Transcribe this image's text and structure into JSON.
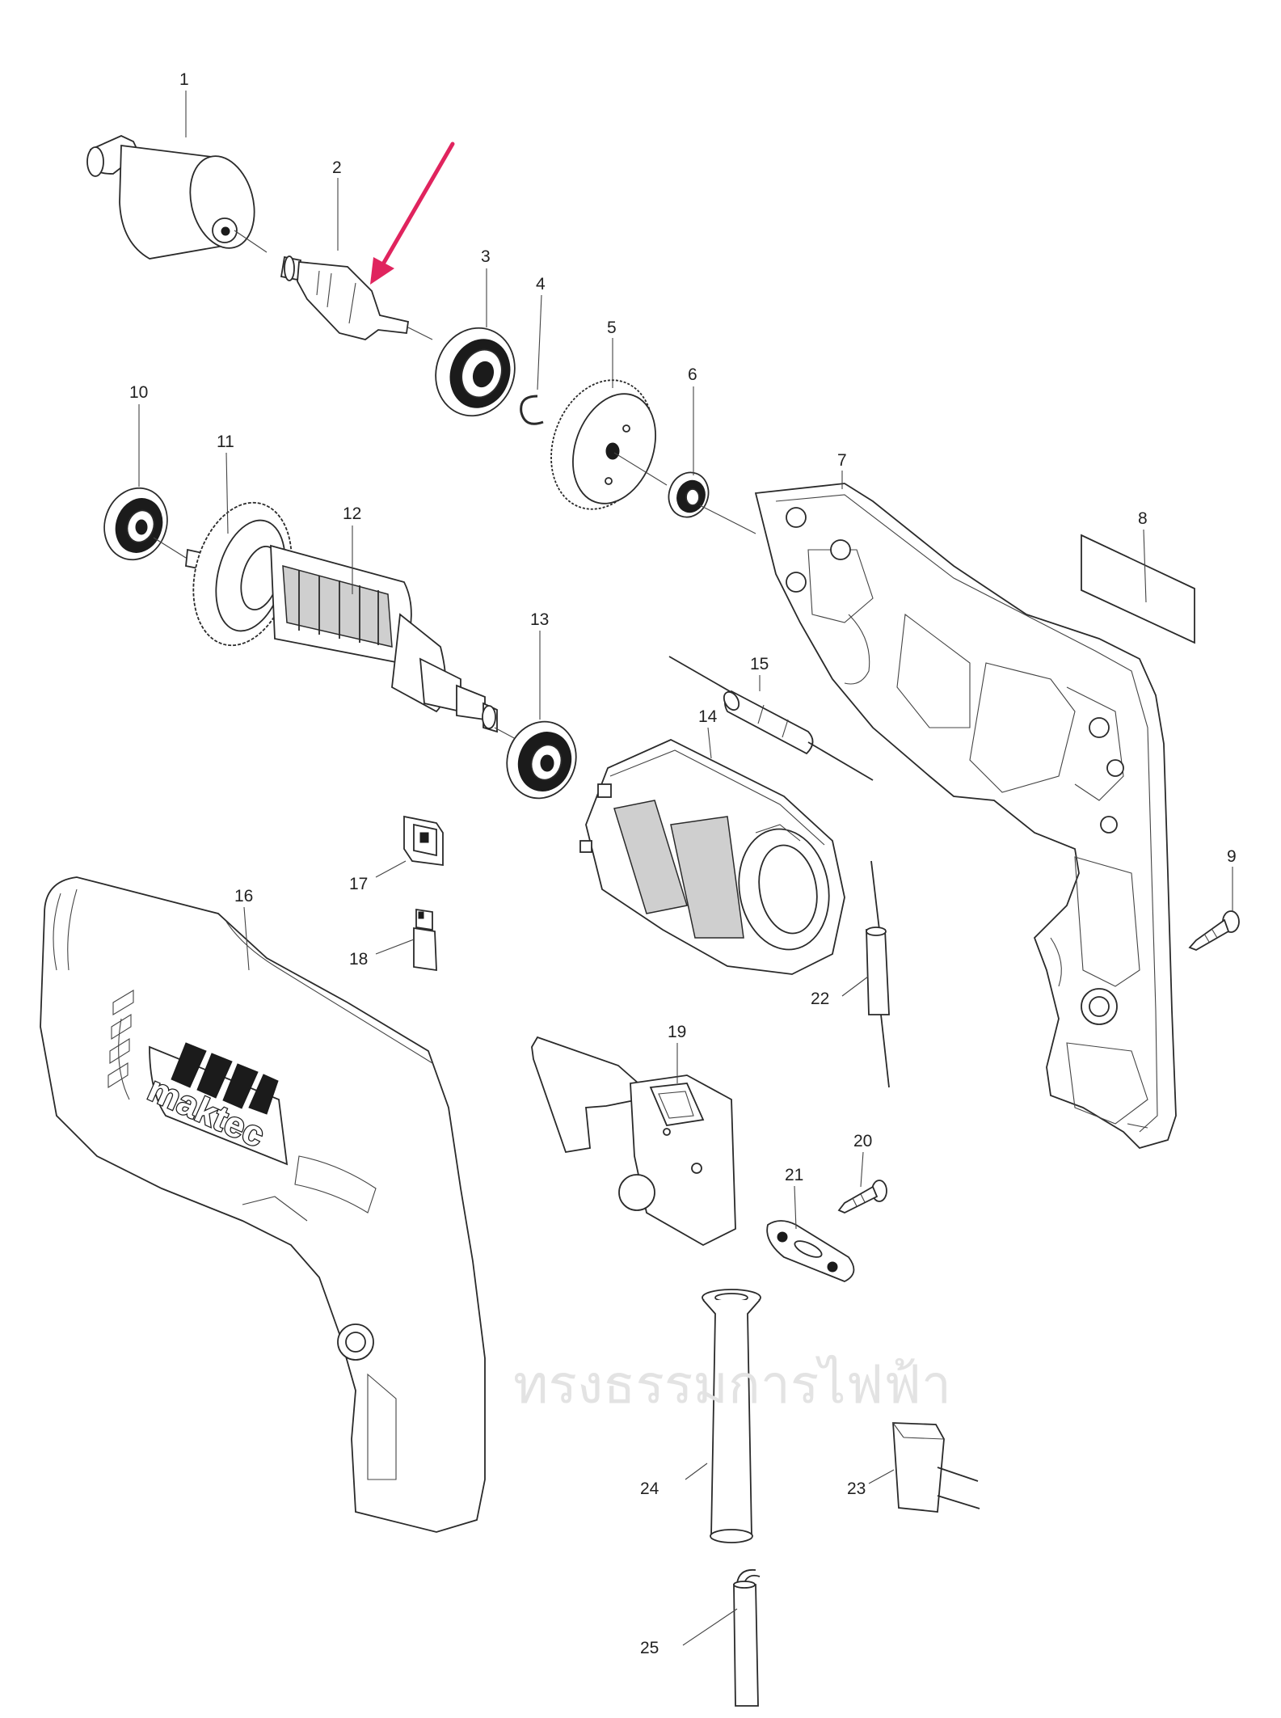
{
  "diagram": {
    "part_numbers": [
      "1",
      "2",
      "3",
      "4",
      "5",
      "6",
      "7",
      "8",
      "9",
      "10",
      "11",
      "12",
      "13",
      "14",
      "15",
      "16",
      "17",
      "18",
      "19",
      "20",
      "21",
      "22",
      "23",
      "24",
      "25"
    ],
    "brand_logo": "maktec",
    "watermark": "ทรงธรรมการไฟฟ้า",
    "highlight_color": "#e0245e"
  }
}
